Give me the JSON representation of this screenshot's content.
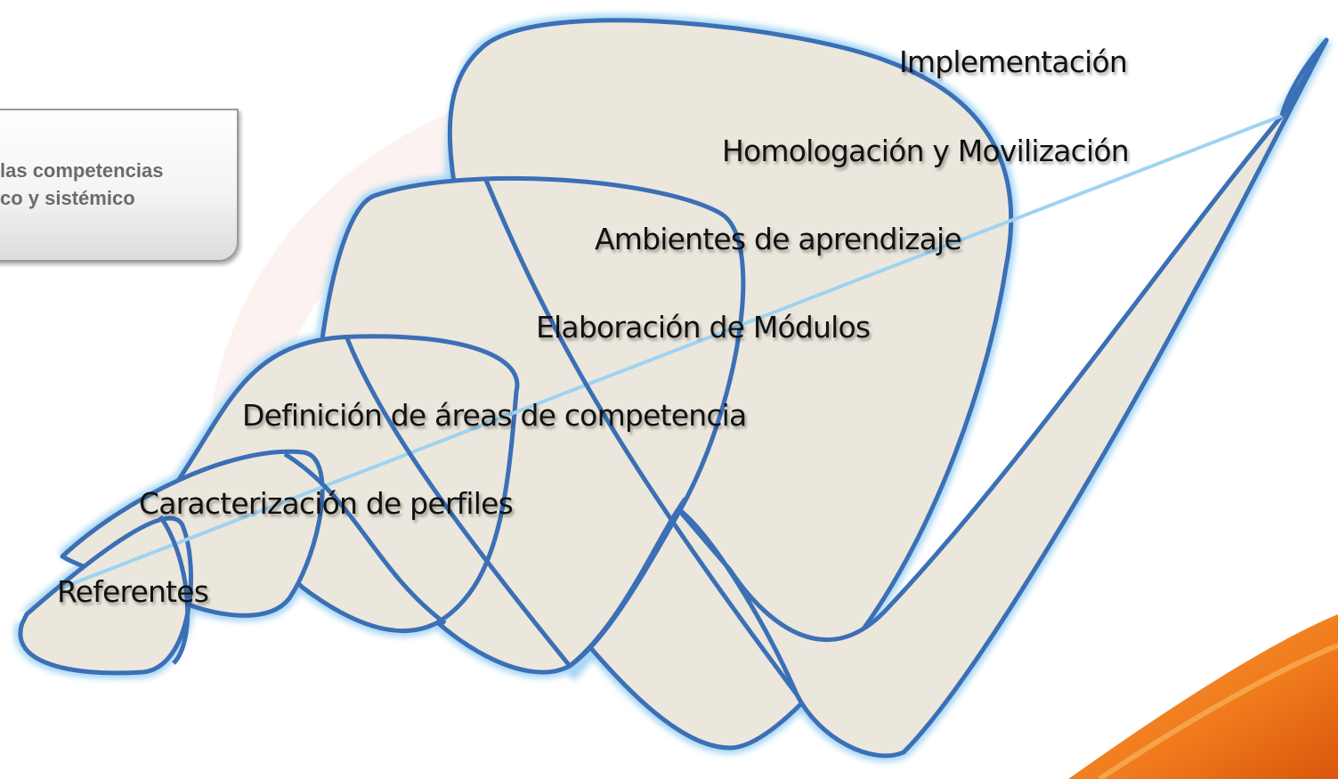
{
  "callout": {
    "line1": "las competencias",
    "line2": "co y sistémico"
  },
  "stages": [
    "Referentes",
    "Caracterización de perfiles",
    "Definición de áreas de competencia",
    "Elaboración de Módulos",
    "Ambientes de aprendizaje",
    "Homologación y Movilización",
    "Implementación"
  ],
  "colors": {
    "loop_stroke": "#3b6fb6",
    "loop_fill": "#ebe7dc",
    "glow": "#9fd3f2",
    "accent_orange": "#f07a1c"
  }
}
